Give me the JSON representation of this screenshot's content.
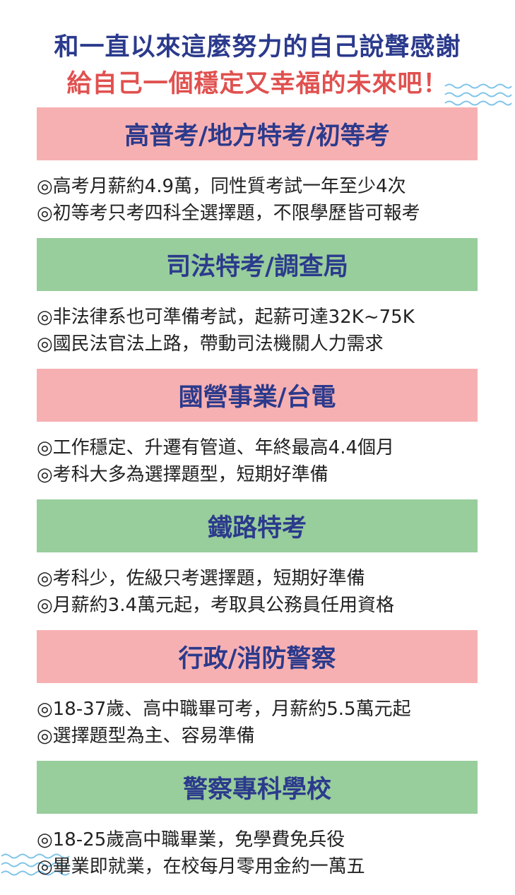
{
  "headline": {
    "line1": "和一直以來這麼努力的自己說聲感謝",
    "line2": "給自己一個穩定又幸福的未來吧！"
  },
  "colors": {
    "navy": "#2b3a8c",
    "red": "#e0514f",
    "pink_bar": "#f7b0b2",
    "green_bar": "#98cd9c",
    "wave": "#7fc4e8"
  },
  "sections": [
    {
      "title": "高普考/地方特考/初等考",
      "bullets": [
        "◎高考月薪約4.9萬，同性質考試一年至少4次",
        "◎初等考只考四科全選擇題，不限學歷皆可報考"
      ]
    },
    {
      "title": "司法特考/調查局",
      "bullets": [
        "◎非法律系也可準備考試，起薪可達32K~75K",
        "◎國民法官法上路，帶動司法機關人力需求"
      ]
    },
    {
      "title": "國營事業/台電",
      "bullets": [
        "◎工作穩定、升遷有管道、年終最高4.4個月",
        "◎考科大多為選擇題型，短期好準備"
      ]
    },
    {
      "title": "鐵路特考",
      "bullets": [
        "◎考科少，佐級只考選擇題，短期好準備",
        "◎月薪約3.4萬元起，考取具公務員任用資格"
      ]
    },
    {
      "title": "行政/消防警察",
      "bullets": [
        "◎18-37歲、高中職畢可考，月薪約5.5萬元起",
        "◎選擇題型為主、容易準備"
      ]
    },
    {
      "title": "警察專科學校",
      "bullets": [
        "◎18-25歲高中職畢業，免學費免兵役",
        "◎畢業即就業，在校每月零用金約一萬五"
      ]
    }
  ]
}
